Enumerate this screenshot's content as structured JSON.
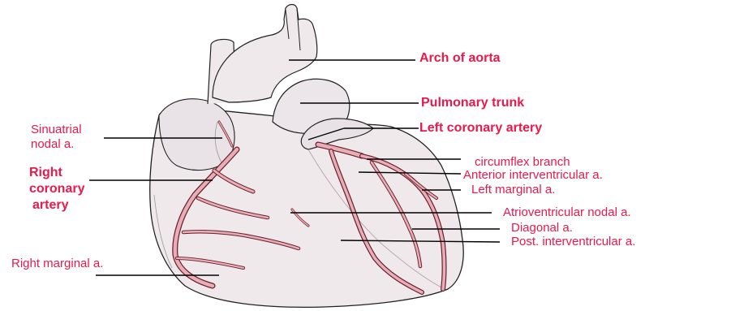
{
  "colors": {
    "label_red": "#e8194b",
    "heart_fill": "#efe9ec",
    "heart_shadow": "#e3dbe0",
    "artery_fill": "#e7aeb6",
    "artery_edge": "#6a1f2a",
    "outline": "#222222",
    "leader": "#000000"
  },
  "labels": {
    "arch_of_aorta": "Arch of aorta",
    "pulmonary_trunk": "Pulmonary trunk",
    "left_coronary_artery": "Left coronary artery",
    "sinuatrial_line1": "Sinuatrial",
    "sinuatrial_line2": "nodal a.",
    "right_coronary_line1": "Right",
    "right_coronary_line2": "coronary",
    "right_coronary_line3": "artery",
    "circumflex_branch": "circumflex branch",
    "anterior_interventricular": "Anterior interventricular a.",
    "left_marginal": "Left marginal a.",
    "atrioventricular_nodal": "Atrioventricular nodal a.",
    "diagonal": "Diagonal a.",
    "posterior_interventricular": "Post. interventricular a.",
    "right_marginal": "Right marginal a."
  }
}
